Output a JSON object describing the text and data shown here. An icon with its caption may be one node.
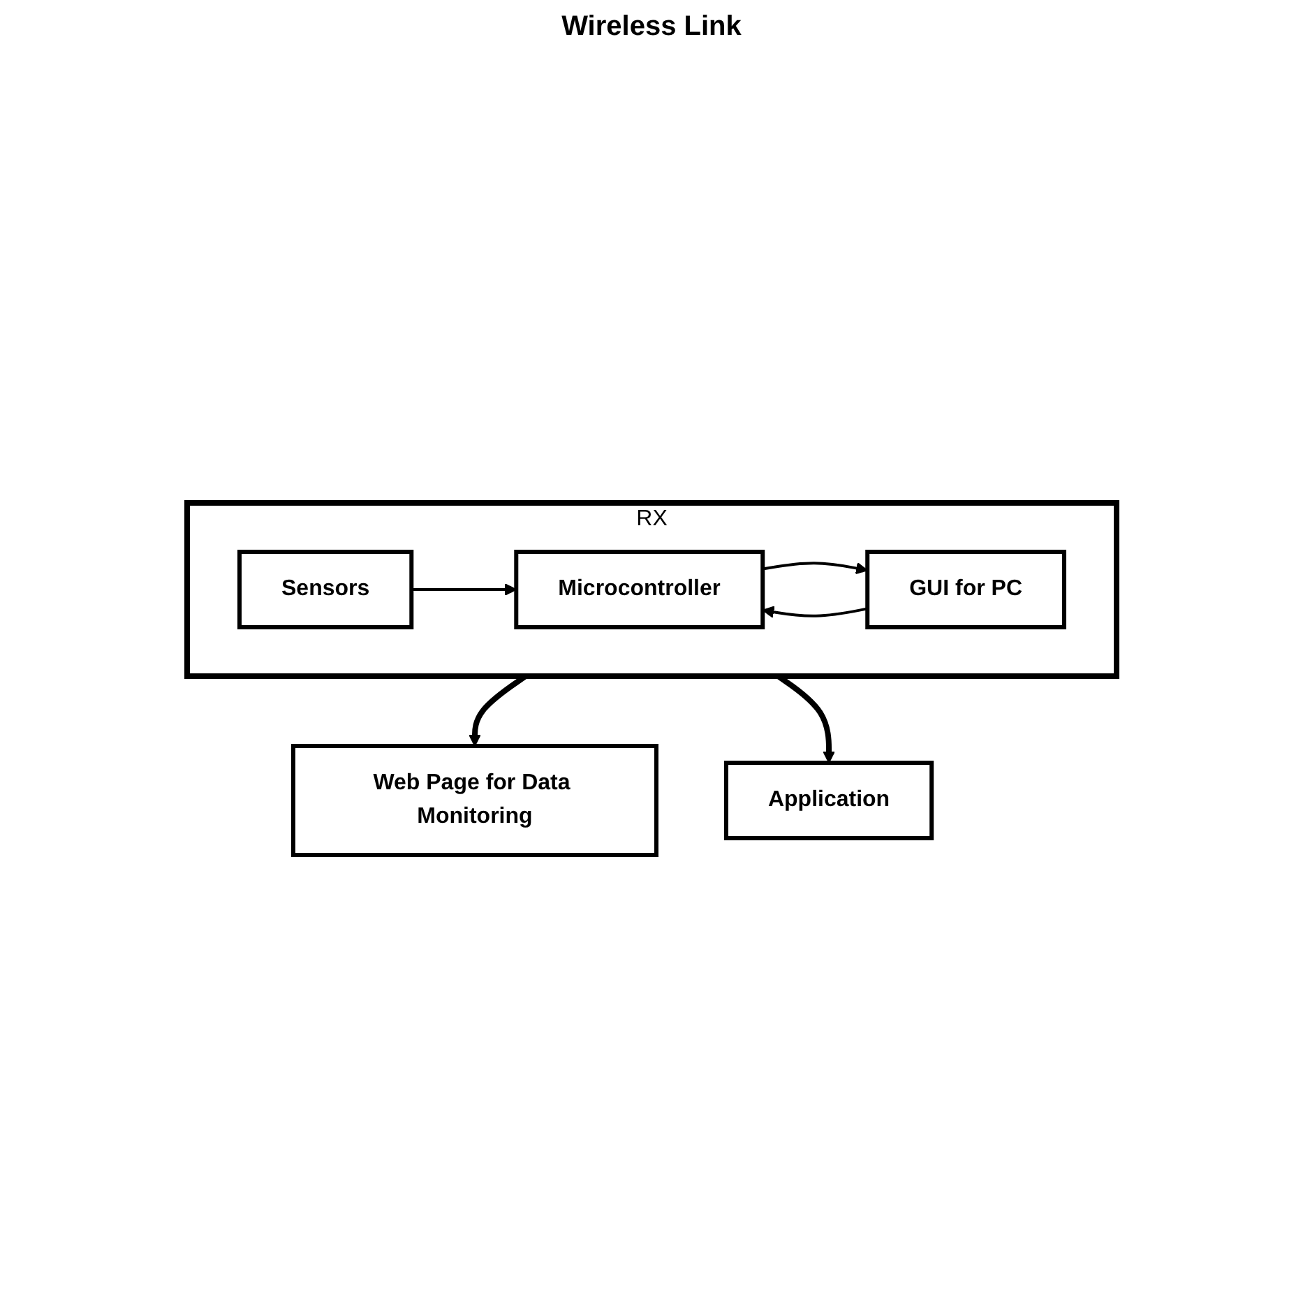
{
  "diagram": {
    "nodes": [
      {
        "text": [
          "RX"
        ]
      },
      {
        "text": [
          "Sensors"
        ],
        "in": 0
      },
      {
        "text": [
          "Microcontroller"
        ],
        "in": 0
      },
      {
        "text": [
          "GUI for PC"
        ],
        "in": 0
      },
      {
        "text": [
          "Web Page for Data Monitoring"
        ]
      },
      {
        "text": [
          "Application"
        ]
      }
    ],
    "edges": [
      {
        "from": 1,
        "to": 2,
        "arrow": "to"
      },
      {
        "from": 3,
        "to": 2,
        "arrow": "to"
      },
      {
        "from": 2,
        "to": 3,
        "arrow": "to"
      },
      {
        "from": 0,
        "to": 4,
        "arrow": "to",
        "style": "thick"
      },
      {
        "from": 0,
        "to": 5,
        "arrow": "to",
        "style": "thick"
      }
    ],
    "labels": [
      "Wireless Link"
    ]
  }
}
